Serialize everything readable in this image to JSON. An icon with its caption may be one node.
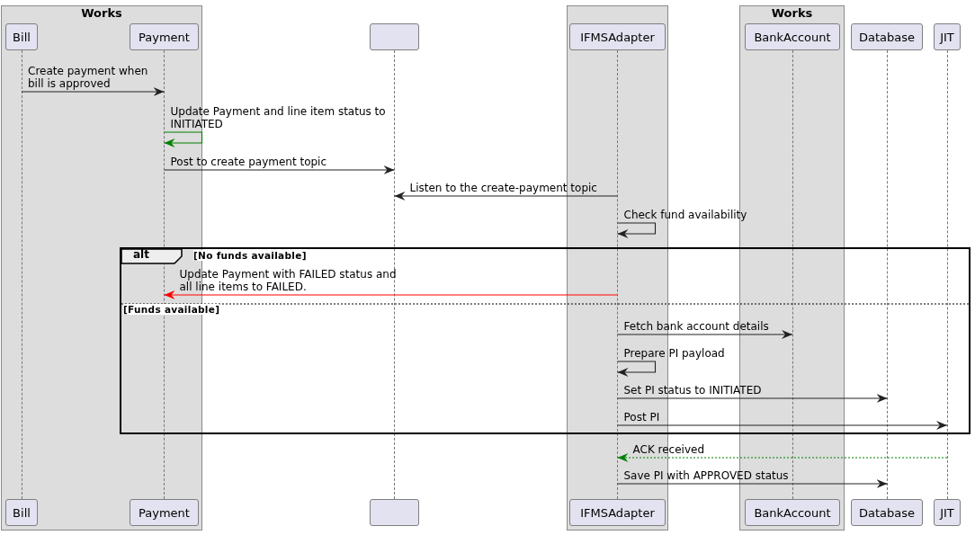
{
  "diagram": {
    "nodes": [
      {
        "text": [
          "Works"
        ]
      },
      {
        "text": [
          "Bill"
        ],
        "in": 0
      },
      {
        "text": [
          "Payment"
        ],
        "in": 0
      },
      {
        "text": [],
        "shape": "box"
      },
      {
        "text": [],
        "shape": "box"
      },
      {
        "text": [
          "IFMSAdapter"
        ],
        "in": 4
      },
      {
        "text": [
          "Works"
        ]
      },
      {
        "text": [
          "BankAccount"
        ],
        "in": 6
      },
      {
        "text": [
          "Database"
        ]
      },
      {
        "text": [
          "JIT"
        ]
      },
      {
        "text": [
          "Bill"
        ],
        "in": 0
      },
      {
        "text": [
          "Payment"
        ],
        "in": 0
      },
      {
        "text": [],
        "shape": "box"
      },
      {
        "text": [
          "IFMSAdapter"
        ],
        "in": 4
      },
      {
        "text": [
          "BankAccount"
        ],
        "in": 6
      },
      {
        "text": [
          "Database"
        ]
      },
      {
        "text": [
          "JIT"
        ]
      },
      {
        "text": [],
        "shape": "line",
        "in": 0
      },
      {
        "text": [],
        "shape": "line",
        "in": 0
      },
      {
        "text": [],
        "shape": "line"
      },
      {
        "text": [],
        "shape": "line",
        "in": 4
      },
      {
        "text": [],
        "shape": "line",
        "in": 6
      },
      {
        "text": [],
        "shape": "line"
      },
      {
        "text": [],
        "shape": "line"
      }
    ],
    "edges": [
      {
        "from": 17,
        "to": 18,
        "arrow": "to",
        "label": "Create payment when bill is approved"
      },
      {
        "from": 18,
        "to": 18,
        "arrow": "to",
        "label": "Update Payment and line item status to INITIATED",
        "color": "#008000"
      },
      {
        "from": 18,
        "to": 19,
        "arrow": "to",
        "label": "Post to create payment topic"
      },
      {
        "from": 20,
        "to": 19,
        "arrow": "to",
        "label": "Listen to the create-payment topic"
      },
      {
        "from": 20,
        "to": 20,
        "arrow": "to",
        "label": "Check fund availability"
      },
      {
        "from": 20,
        "to": 18,
        "arrow": "to",
        "label": "Update Payment with FAILED status and all line items to FAILED.",
        "color": "#ff0000"
      },
      {
        "from": 20,
        "to": 21,
        "arrow": "to",
        "label": "Fetch bank account details"
      },
      {
        "from": 20,
        "to": 20,
        "arrow": "to",
        "label": "Prepare PI payload"
      },
      {
        "from": 20,
        "to": 22,
        "arrow": "to",
        "label": "Set PI status to INITIATED"
      },
      {
        "from": 20,
        "to": 23,
        "arrow": "to",
        "label": "Post PI"
      },
      {
        "from": 23,
        "to": 20,
        "arrow": "to",
        "label": "ACK received",
        "style": "dashed",
        "color": "#008000"
      },
      {
        "from": 20,
        "to": 22,
        "arrow": "to",
        "label": "Save PI with APPROVED status"
      }
    ],
    "labels": [
      "alt",
      "[No funds available]",
      "[Funds available]"
    ]
  }
}
